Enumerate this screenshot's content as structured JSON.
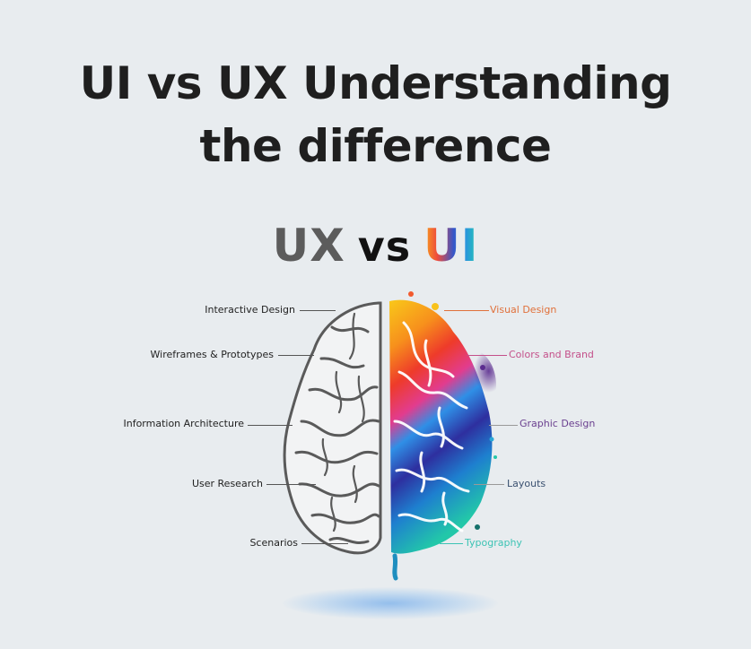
{
  "title": {
    "line1": "UI vs UX Understanding",
    "line2": "the difference"
  },
  "infographic": {
    "heading": {
      "left": "UX",
      "middle": "vs",
      "right": "UI"
    },
    "ux_labels": [
      {
        "text": "Interactive Design"
      },
      {
        "text": "Wireframes & Prototypes"
      },
      {
        "text": "Information Architecture"
      },
      {
        "text": "User Research"
      },
      {
        "text": "Scenarios"
      }
    ],
    "ui_labels": [
      {
        "text": "Visual Design",
        "color": "#e0703a"
      },
      {
        "text": "Colors and Brand",
        "color": "#c4508a"
      },
      {
        "text": "Graphic Design",
        "color": "#6a3f8f"
      },
      {
        "text": "Layouts",
        "color": "#3a5070"
      },
      {
        "text": "Typography",
        "color": "#3cc3b4"
      }
    ],
    "colors": {
      "background": "#e8ecef",
      "title": "#1f1f1f",
      "ux_text": "#5c5c5c",
      "vs_text": "#111111",
      "sketch": "#555555",
      "glow": "#8cbbee"
    }
  }
}
